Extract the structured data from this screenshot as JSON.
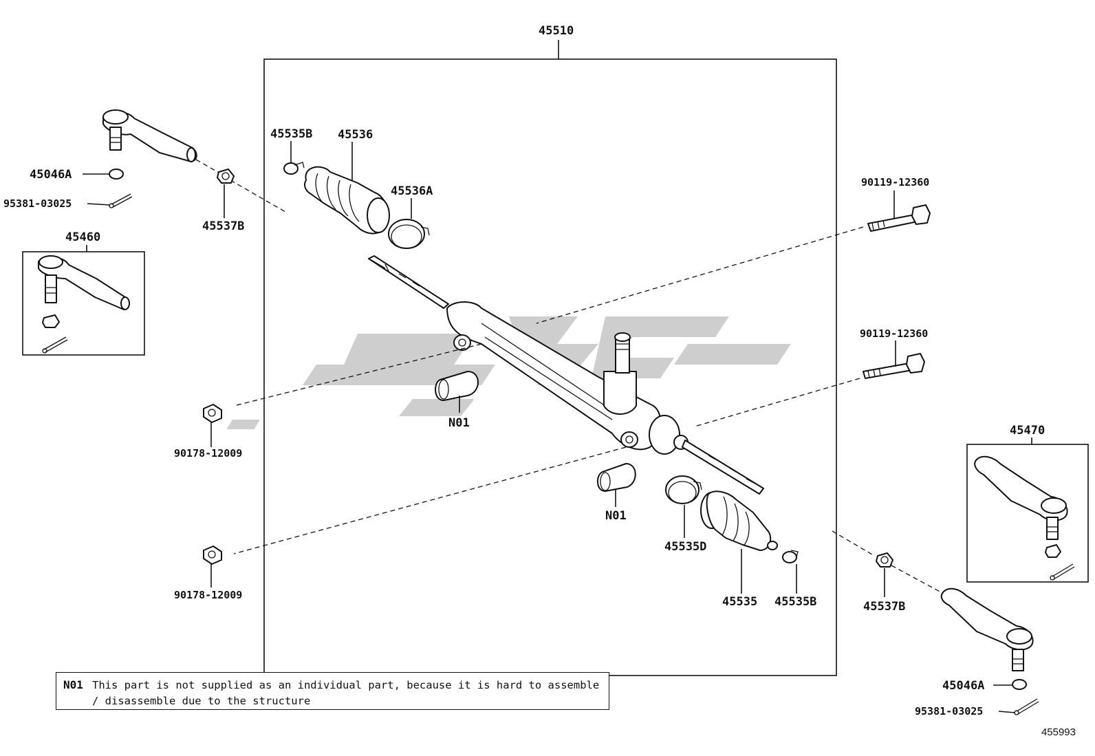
{
  "diagram": {
    "labels": {
      "assembly": "45510",
      "boot_clamp_left": "45535B",
      "boot_left": "45536",
      "boot_band_left": "45536A",
      "tie_rod_end_left": "45460",
      "tie_rod_end_right": "45470",
      "nut_left": "45046A",
      "cotter_pin_left": "95381-03025",
      "nut_cap_left": "45537B",
      "bolt_upper": "90119-12360",
      "bolt_lower": "90119-12360",
      "nut_upper": "90178-12009",
      "nut_lower": "90178-12009",
      "bushing_upper": "N01",
      "bushing_lower": "N01",
      "boot_band_right": "45535D",
      "boot_right": "45535",
      "boot_clamp_right": "45535B",
      "nut_cap_right": "45537B",
      "nut_right": "45046A",
      "cotter_pin_right": "95381-03025"
    },
    "note": {
      "code": "N01",
      "text": "This part is not supplied as an individual part, because it is hard to assemble / disassemble due to the structure"
    },
    "figure_number": "455993",
    "watermark_color": "#c8c8c8"
  }
}
